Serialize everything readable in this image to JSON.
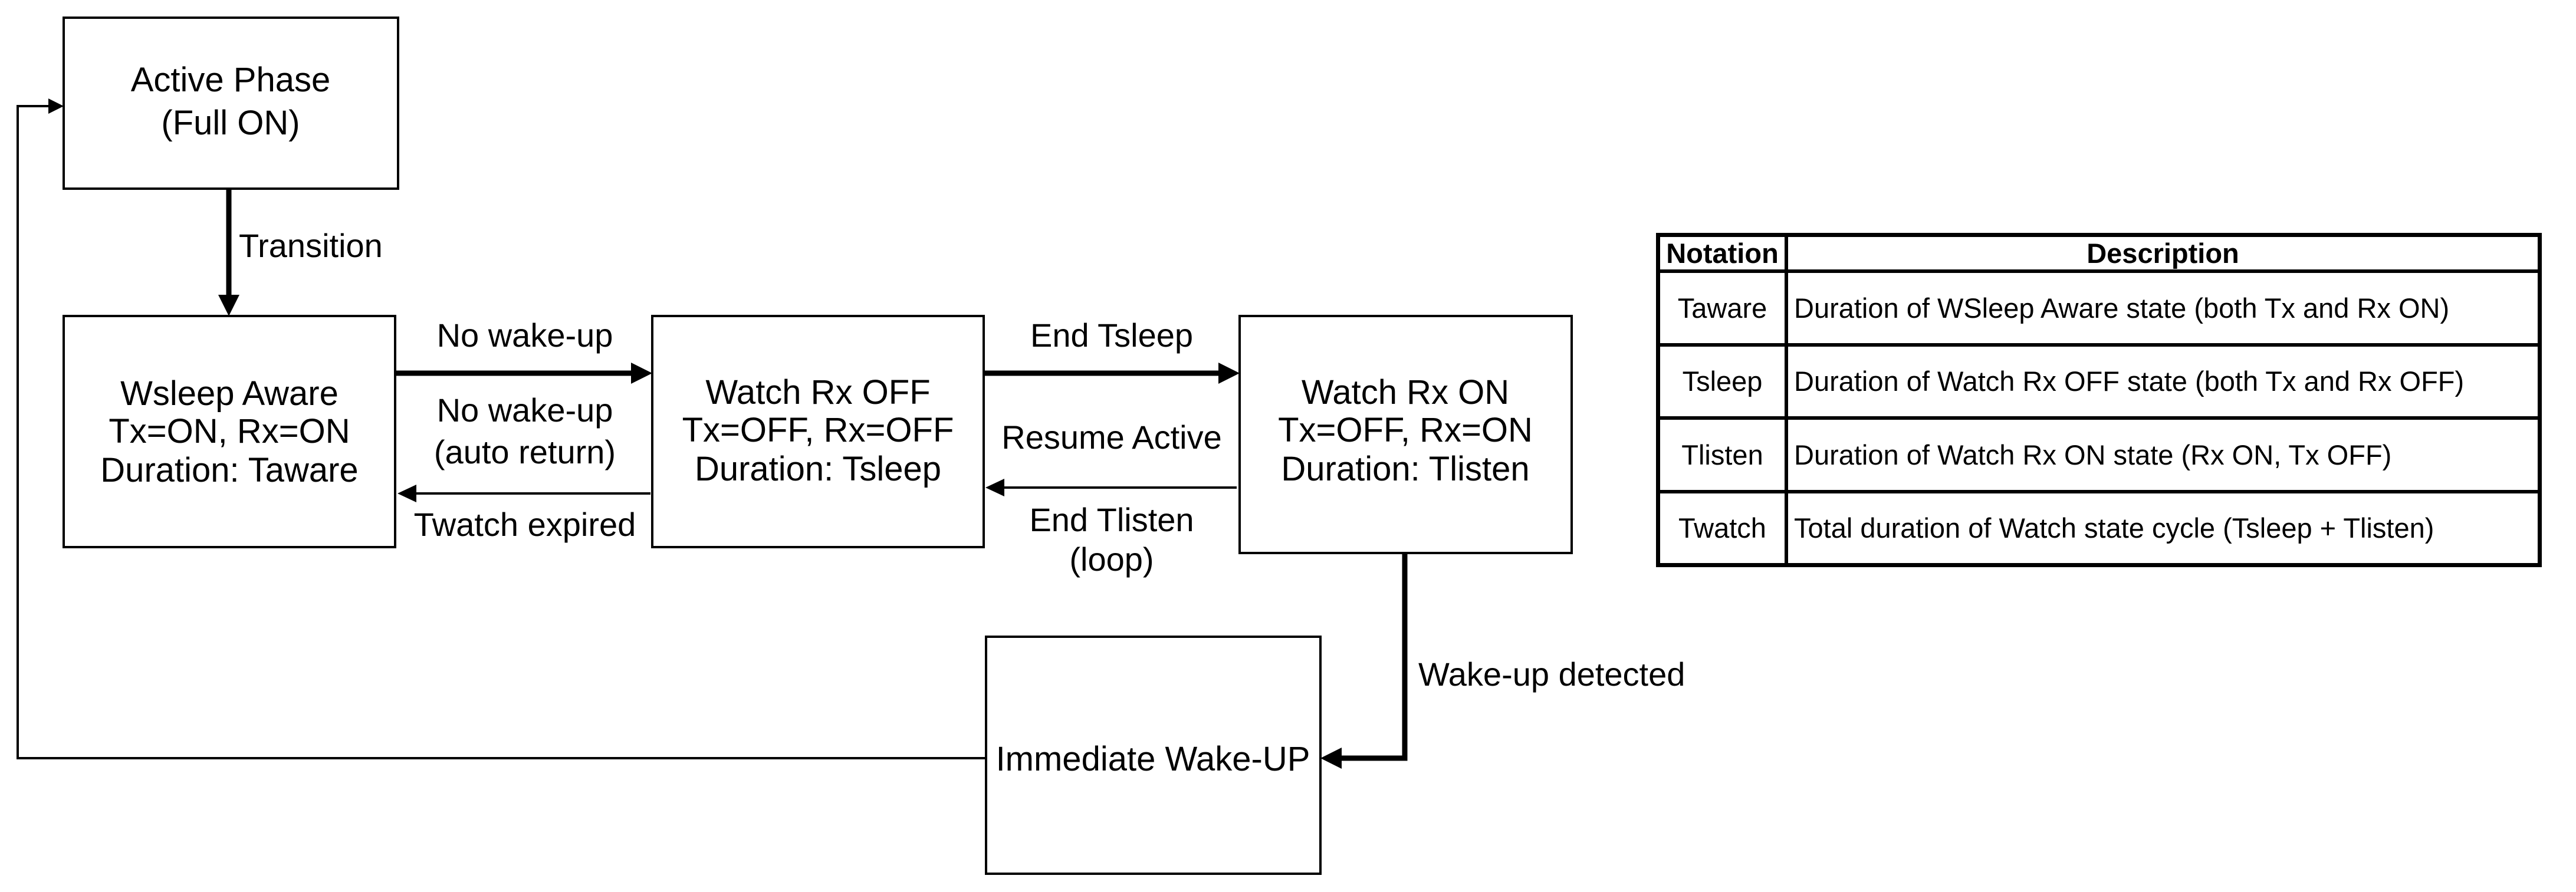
{
  "states": {
    "active": [
      "Active Phase",
      "(Full ON)"
    ],
    "aware": [
      "Wsleep Aware",
      "Tx=ON, Rx=ON",
      "Duration: Taware"
    ],
    "rxoff": [
      "Watch Rx OFF",
      "Tx=OFF, Rx=OFF",
      "Duration: Tsleep"
    ],
    "rxon": [
      "Watch Rx ON",
      "Tx=OFF, Rx=ON",
      "Duration: Tlisten"
    ],
    "wakeup": [
      "Immediate Wake-UP"
    ]
  },
  "transitions": {
    "transition": "Transition",
    "no_wakeup": "No wake-up",
    "no_wakeup_auto": [
      "No wake-up",
      "(auto return)"
    ],
    "twatch_expired": "Twatch expired",
    "end_tsleep": "End Tsleep",
    "resume_active": "Resume Active",
    "end_tlisten": [
      "End Tlisten",
      "(loop)"
    ],
    "wakeup_detected": "Wake-up detected"
  },
  "table": {
    "headers": [
      "Notation",
      "Description"
    ],
    "rows": [
      {
        "notation": "Taware",
        "description": "Duration of WSleep Aware state (both Tx and Rx ON)"
      },
      {
        "notation": "Tsleep",
        "description": "Duration of Watch Rx OFF state (both Tx and Rx OFF)"
      },
      {
        "notation": "Tlisten",
        "description": "Duration of Watch Rx ON state (Rx ON, Tx OFF)"
      },
      {
        "notation": "Twatch",
        "description": "Total duration of Watch state cycle (Tsleep + Tlisten)"
      }
    ]
  }
}
